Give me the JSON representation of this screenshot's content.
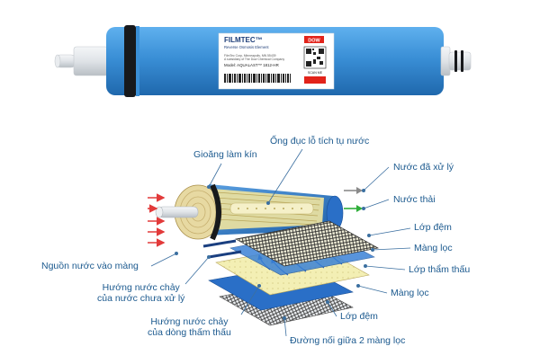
{
  "product": {
    "brand": "FILMTEC™",
    "subtitle": "Reverse Osmosis Element",
    "maker_line_1": "FilmTec Corp, Minneapolis, MN 55439",
    "maker_line_2": "A subsidiary of The Dow Chemical Company",
    "model": "Model: AQUALAST™ 1812-HR",
    "logo_text": "DOW",
    "qr_caption": "SCAN ME",
    "colors": {
      "tube": "#3a8fd6",
      "tube_dark": "#1f6fb8",
      "label_bg": "#ffffff",
      "accent": "#e2231a"
    }
  },
  "diagram": {
    "labels": {
      "seal": "Gioăng làm kín",
      "tube": "Ống đục lỗ tích tụ nước",
      "product_water": "Nước đã xử lý",
      "waste_water": "Nước thải",
      "spacer_top": "Lớp đệm",
      "membrane_top": "Màng lọc",
      "permeate_layer": "Lớp thẩm thấu",
      "feed_in": "Nguồn nước vào màng",
      "raw_flow_1": "Hướng nước chảy",
      "raw_flow_2": "của nước chưa xử lý",
      "membrane_bottom": "Màng lọc",
      "permeate_flow_1": "Hướng nước chảy",
      "permeate_flow_2": "của dòng thấm thấu",
      "spacer_bottom": "Lớp đệm",
      "glue_line": "Đường nối giữa 2 màng lọc"
    },
    "colors": {
      "label_text": "#1c5a8f",
      "leader": "#3b6fa0",
      "feed_arrow": "#e23a3a",
      "product_arrow": "#8a8a8a",
      "waste_arrow": "#2fae3a",
      "membrane_yellow": "#f3efb4",
      "mesh_dark": "#2b2b2b",
      "blue_layer": "#2a6fc7"
    }
  }
}
